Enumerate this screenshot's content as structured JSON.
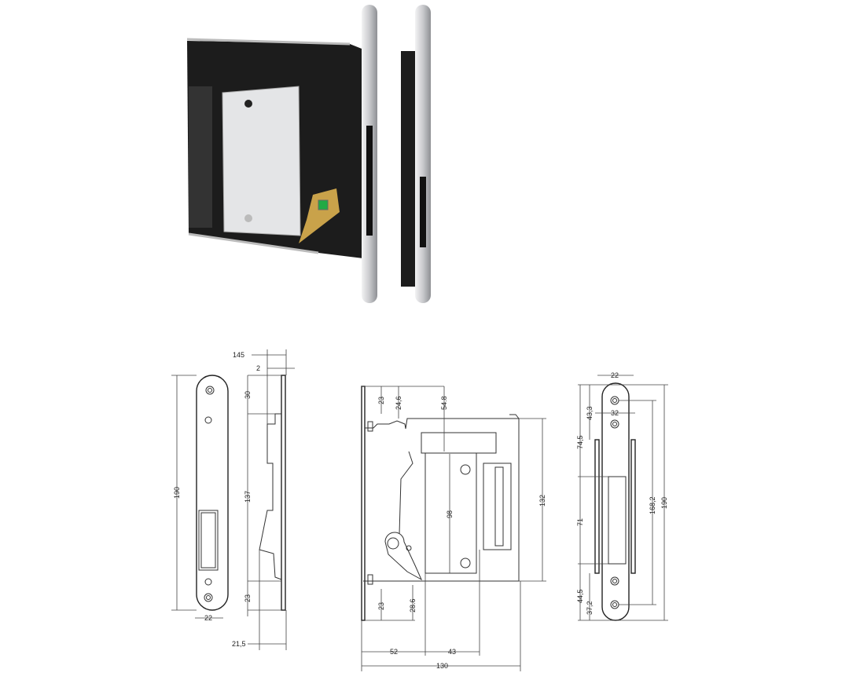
{
  "colors": {
    "steel": "#d9dadc",
    "body": "#1c1c1c",
    "brass": "#c9a24a",
    "line": "#333333"
  },
  "front_plate": {
    "height": "190",
    "width": "22"
  },
  "side_profile": {
    "depth": "145",
    "plate": "2",
    "top": "30",
    "middle": "137",
    "bottom": "23",
    "offset": "21,5"
  },
  "lock_body": {
    "top_a": "23",
    "top_b": "24,6",
    "top_c": "54.8",
    "spacing": "98",
    "height": "132",
    "bottom_a": "23",
    "bottom_b": "28.6",
    "backset": "52",
    "width_b": "43",
    "width": "130"
  },
  "strike_plate": {
    "width": "22",
    "inner": "32",
    "a": "74,5",
    "b": "43,3",
    "c": "71",
    "d": "44,5",
    "e": "37,2",
    "holes": "168,2",
    "height": "190"
  }
}
